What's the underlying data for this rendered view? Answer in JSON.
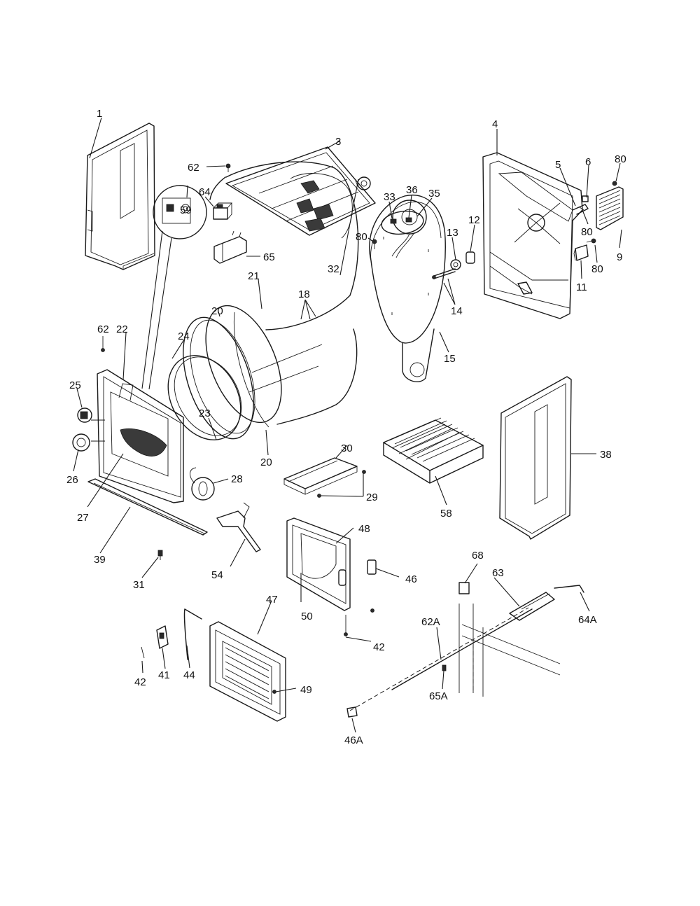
{
  "diagram": {
    "labels": [
      {
        "id": "l1",
        "text": "1"
      },
      {
        "id": "l3",
        "text": "3"
      },
      {
        "id": "l4",
        "text": "4"
      },
      {
        "id": "l5",
        "text": "5"
      },
      {
        "id": "l6",
        "text": "6"
      },
      {
        "id": "l80a",
        "text": "80"
      },
      {
        "id": "l62a",
        "text": "62"
      },
      {
        "id": "l64",
        "text": "64"
      },
      {
        "id": "l59",
        "text": "59"
      },
      {
        "id": "l65",
        "text": "65"
      },
      {
        "id": "l33",
        "text": "33"
      },
      {
        "id": "l36",
        "text": "36"
      },
      {
        "id": "l35",
        "text": "35"
      },
      {
        "id": "l80b",
        "text": "80"
      },
      {
        "id": "l13",
        "text": "13"
      },
      {
        "id": "l12",
        "text": "12"
      },
      {
        "id": "l80c",
        "text": "80"
      },
      {
        "id": "l9",
        "text": "9"
      },
      {
        "id": "l80d",
        "text": "80"
      },
      {
        "id": "l11",
        "text": "11"
      },
      {
        "id": "l32",
        "text": "32"
      },
      {
        "id": "l21",
        "text": "21"
      },
      {
        "id": "l18",
        "text": "18"
      },
      {
        "id": "l14",
        "text": "14"
      },
      {
        "id": "l15",
        "text": "15"
      },
      {
        "id": "l20a",
        "text": "20"
      },
      {
        "id": "l62b",
        "text": "62"
      },
      {
        "id": "l22",
        "text": "22"
      },
      {
        "id": "l24",
        "text": "24"
      },
      {
        "id": "l25",
        "text": "25"
      },
      {
        "id": "l23",
        "text": "23"
      },
      {
        "id": "l26",
        "text": "26"
      },
      {
        "id": "l20b",
        "text": "20"
      },
      {
        "id": "l30",
        "text": "30"
      },
      {
        "id": "l38",
        "text": "38"
      },
      {
        "id": "l28",
        "text": "28"
      },
      {
        "id": "l29",
        "text": "29"
      },
      {
        "id": "l27",
        "text": "27"
      },
      {
        "id": "l58",
        "text": "58"
      },
      {
        "id": "l48",
        "text": "48"
      },
      {
        "id": "l39",
        "text": "39"
      },
      {
        "id": "l54",
        "text": "54"
      },
      {
        "id": "l68",
        "text": "68"
      },
      {
        "id": "l63",
        "text": "63"
      },
      {
        "id": "l46",
        "text": "46"
      },
      {
        "id": "l31",
        "text": "31"
      },
      {
        "id": "l50",
        "text": "50"
      },
      {
        "id": "l47",
        "text": "47"
      },
      {
        "id": "l64A",
        "text": "64A"
      },
      {
        "id": "l62A",
        "text": "62A"
      },
      {
        "id": "l42a",
        "text": "42"
      },
      {
        "id": "l42b",
        "text": "42"
      },
      {
        "id": "l41",
        "text": "41"
      },
      {
        "id": "l44",
        "text": "44"
      },
      {
        "id": "l49",
        "text": "49"
      },
      {
        "id": "l65A",
        "text": "65A"
      },
      {
        "id": "l46A",
        "text": "46A"
      }
    ]
  }
}
